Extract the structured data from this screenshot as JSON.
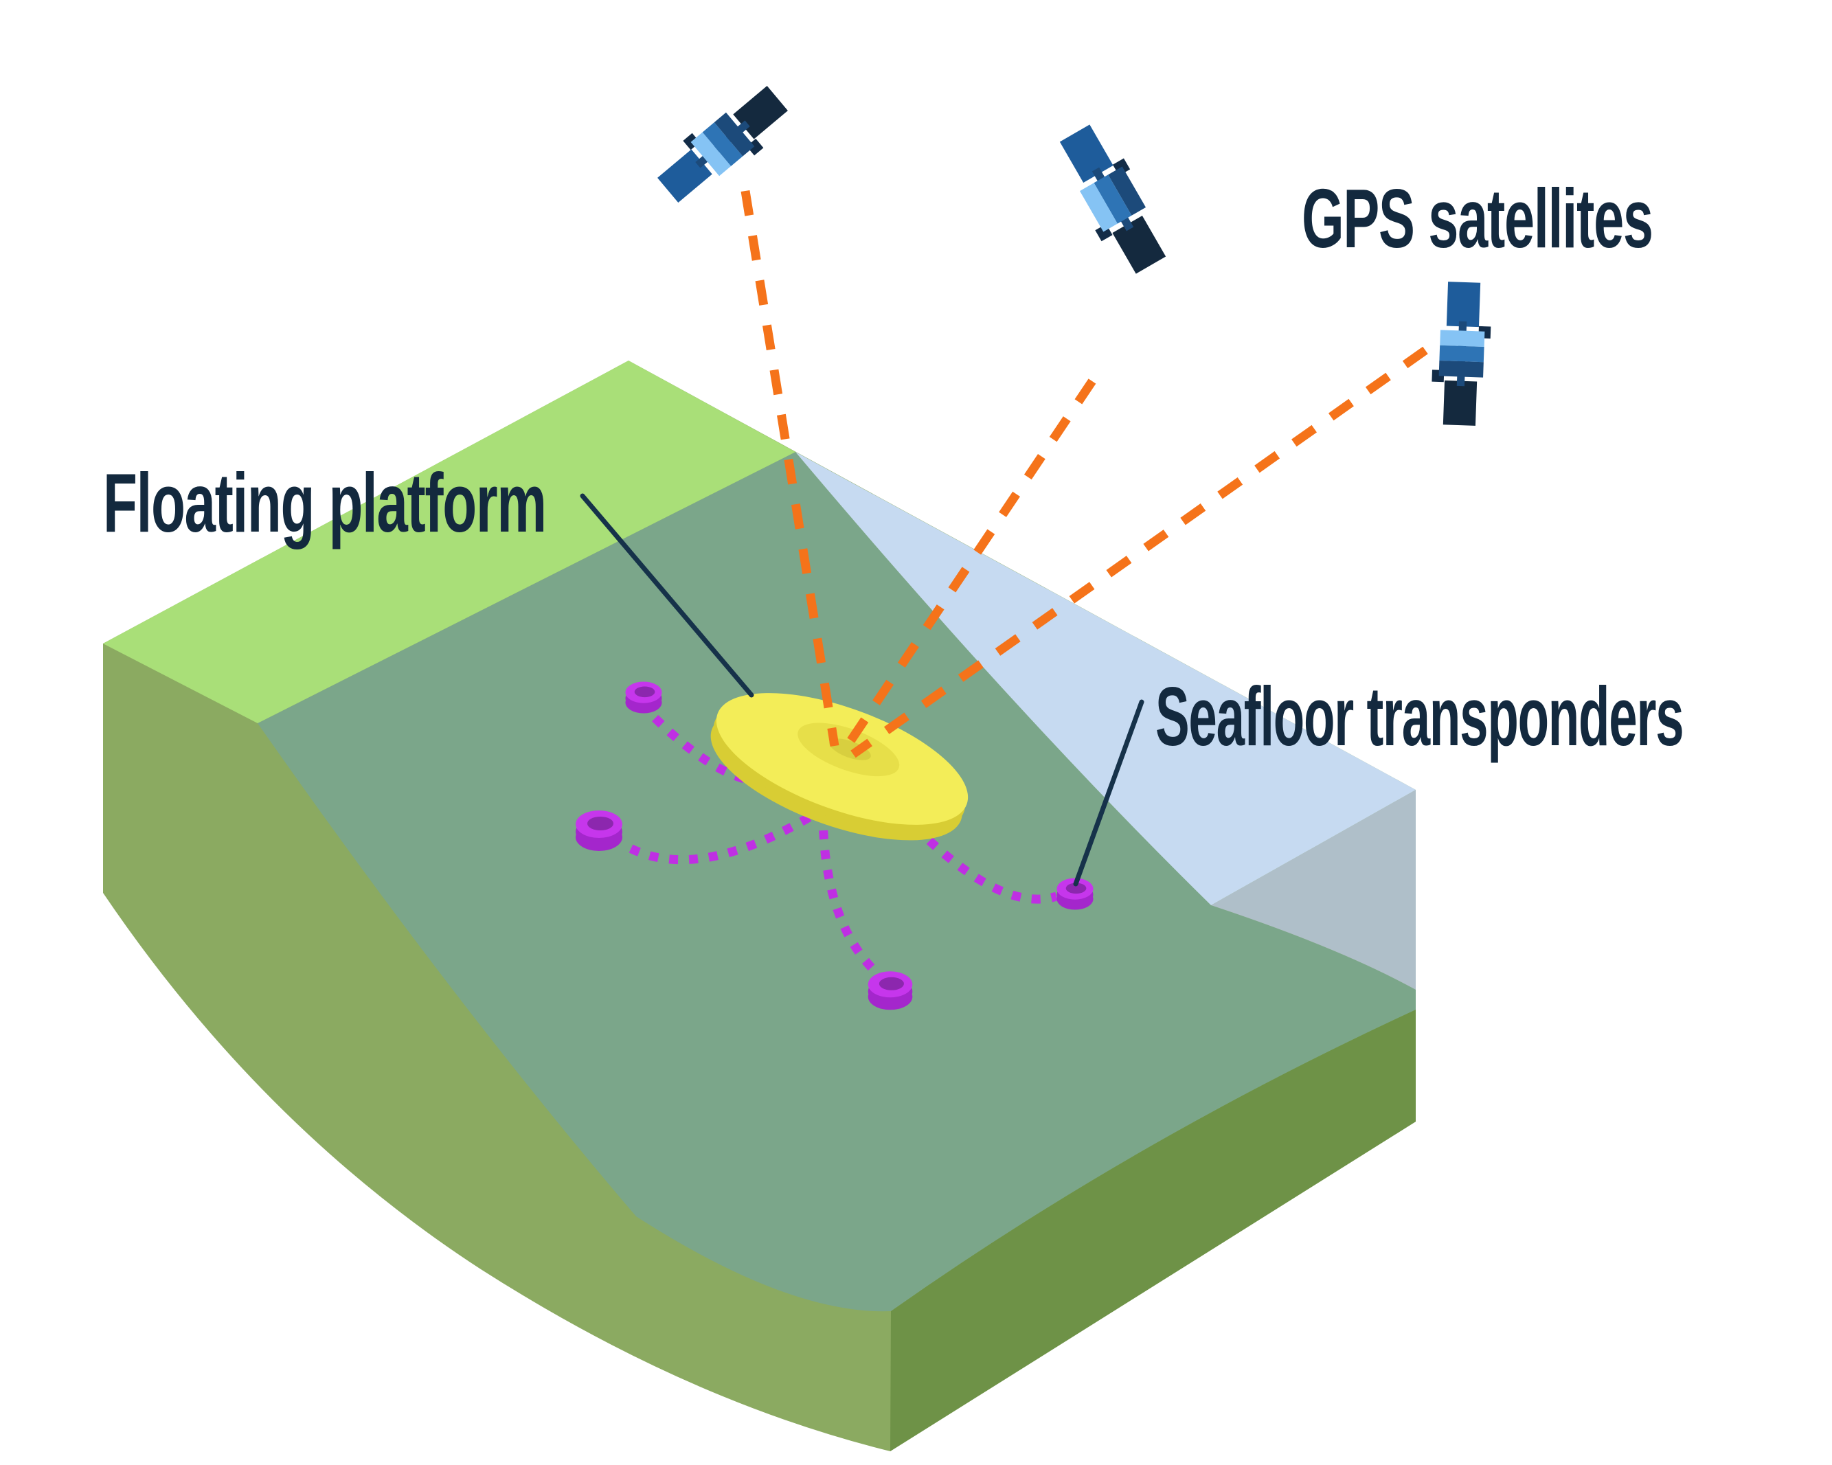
{
  "title": "GPS-Acoustic seafloor geodesy diagram",
  "labels": {
    "gps_satellites": "GPS satellites",
    "floating_platform": "Floating platform",
    "seafloor_transponders": "Seafloor transponders"
  },
  "elements": {
    "satellite_count": 3,
    "transponder_count": 4,
    "platform_count": 1,
    "gps_signal_line_count": 3,
    "acoustic_link_count": 4
  },
  "colors": {
    "background": "#FFFFFF",
    "label_text": "#13293E",
    "land_band": "#A9DF78",
    "seafloor_top": "#7BA68A",
    "block_side_light": "#8BAA61",
    "block_side_dark": "#6E9247",
    "water_surface": "#C6DAF1",
    "water_cross_section": "#AFBFC9",
    "platform_yellow": "#F3ED58",
    "platform_rim": "#D8CD34",
    "transponder_magenta": "#C636EC",
    "gps_signal_orange": "#F5731A",
    "acoustic_link_magenta": "#BF2FE3",
    "satellite_panel_dark": "#14293E",
    "satellite_panel_blue": "#1E5C9B",
    "satellite_body_light": "#85C3F4",
    "satellite_body_mid": "#2E74B5",
    "leader_line": "#16324A"
  }
}
